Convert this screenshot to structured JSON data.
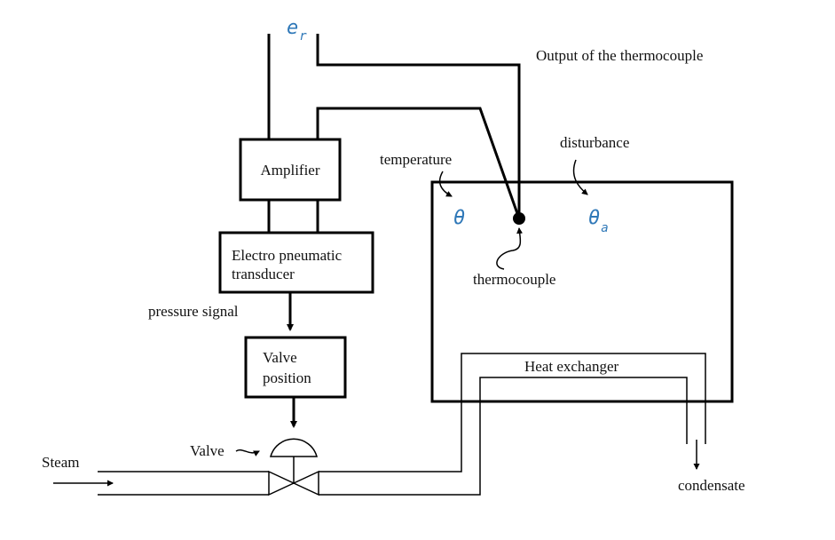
{
  "symbols": {
    "reference": "e",
    "reference_sub": "r",
    "temperature": "θ",
    "disturbance": "θ",
    "disturbance_sub": "a"
  },
  "blocks": {
    "amplifier": "Amplifier",
    "transducer_line1": "Electro pneumatic",
    "transducer_line2": "transducer",
    "valve_position_line1": "Valve",
    "valve_position_line2": "position"
  },
  "labels": {
    "thermocouple_output": "Output of the thermocouple",
    "temperature": "temperature",
    "disturbance": "disturbance",
    "thermocouple": "thermocouple",
    "pressure_signal": "pressure signal",
    "heat_exchanger": "Heat exchanger",
    "valve": "Valve",
    "steam": "Steam",
    "condensate": "condensate"
  },
  "colors": {
    "symbol": "#2f78b8",
    "line": "#000000"
  }
}
